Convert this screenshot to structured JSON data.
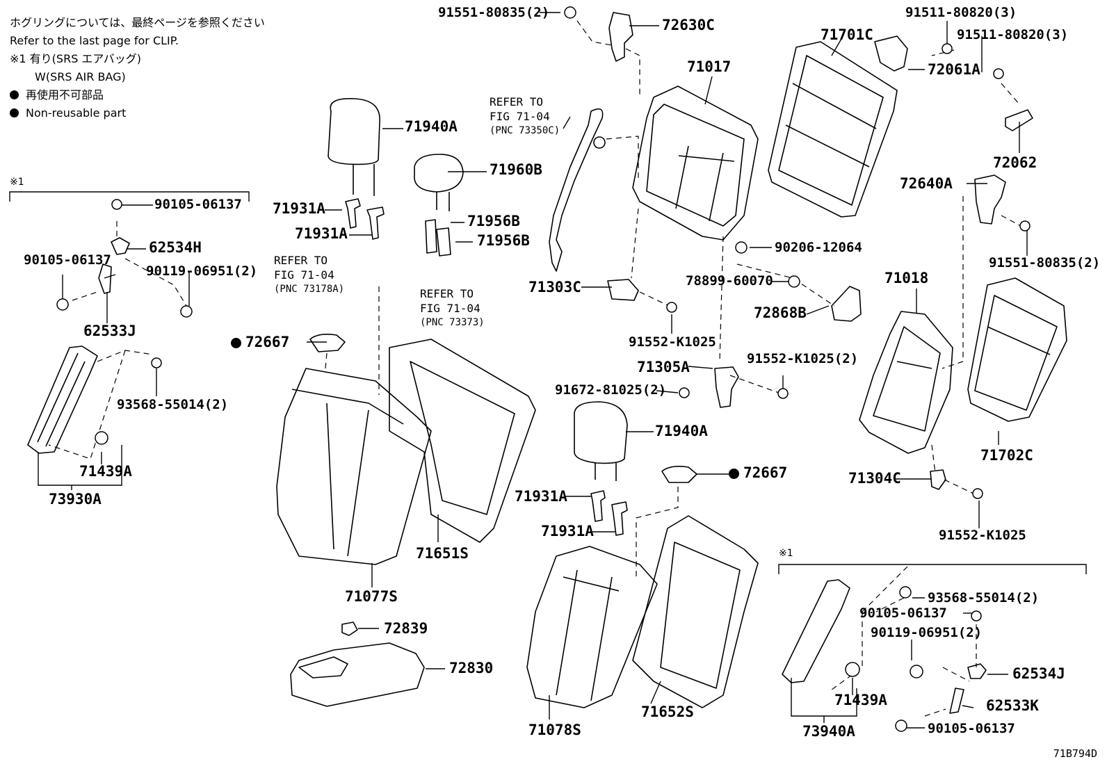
{
  "legend": {
    "line1": "ホグリングについては、最終ページを参照ください",
    "line2": "Refer to the last page for CLIP.",
    "line3": "※1 有り(SRS エアバッグ)",
    "line4": "W(SRS AIR BAG)",
    "line5": "再使用不可部品",
    "line6": "Non-reusable part"
  },
  "group_notes": {
    "left": "※1",
    "right": "※1"
  },
  "figure_id": "71B794D",
  "parts": {
    "p91551a": "91551-80835(2)",
    "p72630c": "72630C",
    "p91511a": "91511-80820(3)",
    "p91511b": "91511-80820(3)",
    "p71701c": "71701C",
    "p72061a": "72061A",
    "p71017": "71017",
    "p72062": "72062",
    "p71940a1": "71940A",
    "p71960b": "71960B",
    "p71931a1": "71931A",
    "p71931a2": "71931A",
    "p71956b1": "71956B",
    "p71956b2": "71956B",
    "p90105a": "90105-06137",
    "p62534h": "62534H",
    "p90105b": "90105-06137",
    "p90119a": "90119-06951(2)",
    "p62533j": "62533J",
    "p93568a": "93568-55014(2)",
    "p71439a1": "71439A",
    "p73930a": "73930A",
    "p72667a": "72667",
    "p72640a": "72640A",
    "p91551b": "91551-80835(2)",
    "p90206": "90206-12064",
    "p78899": "78899-60070",
    "p71303c": "71303C",
    "p72868b": "72868B",
    "p91552a": "91552-K1025",
    "p71018": "71018",
    "p71305a": "71305A",
    "p91552b": "91552-K1025(2)",
    "p91672": "91672-81025(2)",
    "p71940a2": "71940A",
    "p72667b": "72667",
    "p71931a3": "71931A",
    "p71931a4": "71931A",
    "p71304c": "71304C",
    "p71702c": "71702C",
    "p91552c": "91552-K1025",
    "p71651s": "71651S",
    "p71077s": "71077S",
    "p72839": "72839",
    "p72830": "72830",
    "p93568b": "93568-55014(2)",
    "p90105c": "90105-06137",
    "p90119b": "90119-06951(2)",
    "p62534j": "62534J",
    "p71439a2": "71439A",
    "p62533k": "62533K",
    "p90105d": "90105-06137",
    "p73940a": "73940A",
    "p71652s": "71652S",
    "p71078s": "71078S"
  },
  "refs": {
    "r1_a": "REFER TO",
    "r1_b": "FIG 71-04",
    "r1_c": "(PNC 73350C)",
    "r2_a": "REFER TO",
    "r2_b": "FIG 71-04",
    "r2_c": "(PNC 73178A)",
    "r3_a": "REFER TO",
    "r3_b": "FIG 71-04",
    "r3_c": "(PNC 73373)"
  }
}
